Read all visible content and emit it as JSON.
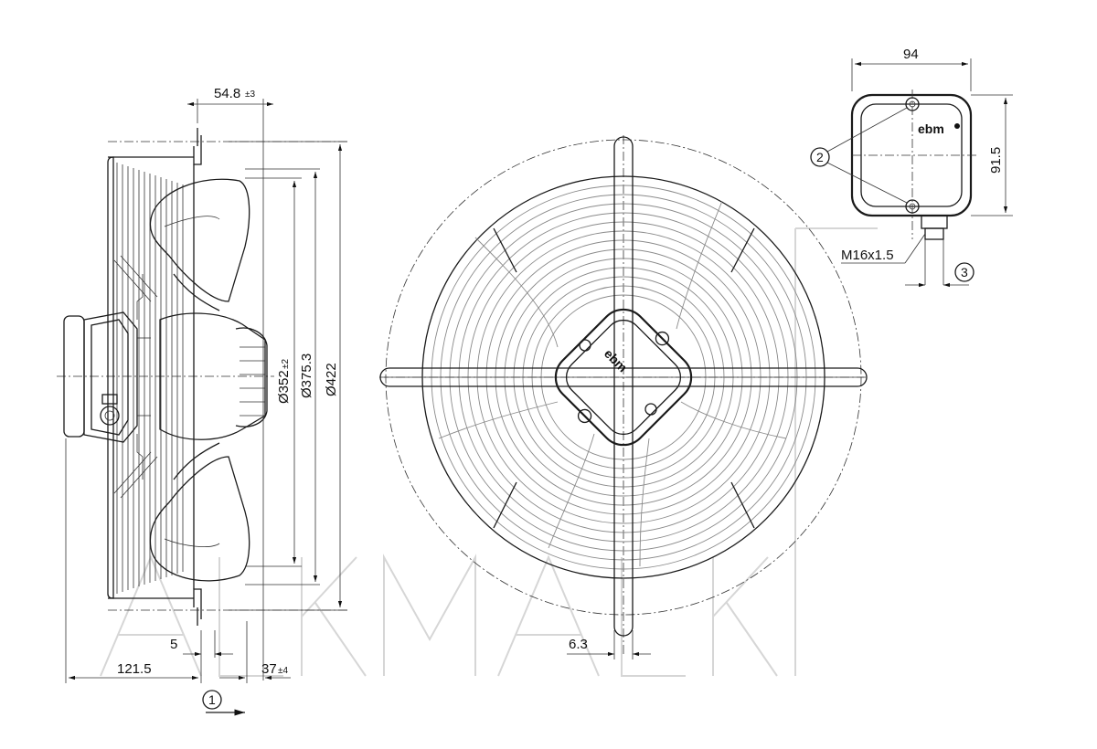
{
  "dimensions": {
    "offset_top": "54.8",
    "offset_top_tol": "±3",
    "dia_inner": "Ø352",
    "dia_inner_tol": "±2",
    "dia_mid": "Ø375.3",
    "dia_outer": "Ø422",
    "depth_total": "121.5",
    "small_gap": "5",
    "rear_offset": "37",
    "rear_offset_tol": "±4",
    "rib_width": "6.3",
    "box_width": "94",
    "box_height": "91.5",
    "thread": "M16x1.5"
  },
  "callouts": {
    "airflow": "1",
    "screws": "2",
    "cable": "3"
  },
  "brand": {
    "logo": "ebm"
  },
  "colors": {
    "ink": "#1a1a1a",
    "watermark": "#d6d6d6"
  }
}
